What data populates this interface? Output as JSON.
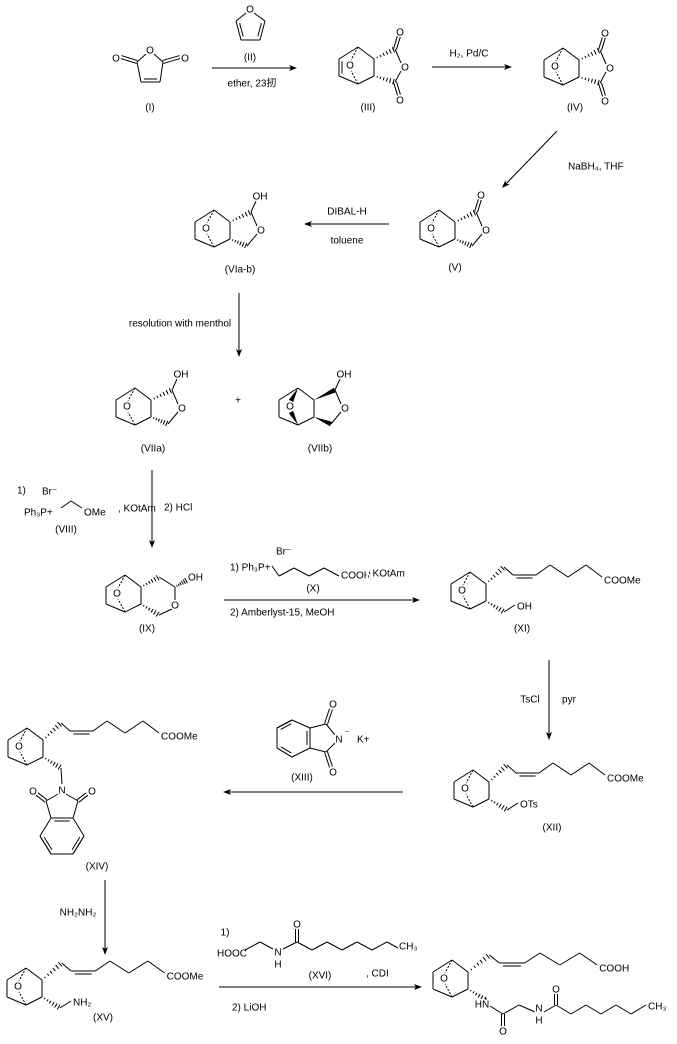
{
  "compounds": {
    "I": {
      "label": "(I)",
      "atoms": [
        "O",
        "O",
        "O"
      ]
    },
    "II": {
      "label": "(II)",
      "atoms": [
        "O"
      ]
    },
    "III": {
      "label": "(III)",
      "atoms": [
        "O",
        "O",
        "O",
        "O"
      ]
    },
    "IV": {
      "label": "(IV)",
      "atoms": [
        "O",
        "O",
        "O",
        "O"
      ]
    },
    "V": {
      "label": "(V)",
      "atoms": [
        "O",
        "O",
        "O"
      ]
    },
    "VIa_b": {
      "label": "(VIa-b)",
      "atoms": [
        "O",
        "O",
        "OH"
      ]
    },
    "VIIa": {
      "label": "(VIIa)",
      "atoms": [
        "O",
        "O",
        "OH"
      ]
    },
    "VIIb": {
      "label": "(VIIb)",
      "atoms": [
        "O",
        "O",
        "OH"
      ]
    },
    "VIII": {
      "label": "(VIII)",
      "atoms": [
        "Br⁻",
        "Ph₃P+",
        "OMe"
      ]
    },
    "IX": {
      "label": "(IX)",
      "atoms": [
        "O",
        "O",
        "OH"
      ]
    },
    "X": {
      "label": "(X)",
      "atoms": [
        "Br⁻",
        "COOH"
      ]
    },
    "XI": {
      "label": "(XI)",
      "atoms": [
        "O",
        "COOMe",
        "OH"
      ]
    },
    "XII": {
      "label": "(XII)",
      "atoms": [
        "O",
        "COOMe",
        "OTs"
      ]
    },
    "XIII": {
      "label": "(XIII)",
      "atoms": [
        "O",
        "O",
        "N",
        "⁻",
        "K+"
      ]
    },
    "XIV": {
      "label": "(XIV)",
      "atoms": [
        "O",
        "COOMe",
        "N",
        "O",
        "O"
      ]
    },
    "XV": {
      "label": "(XV)",
      "atoms": [
        "O",
        "COOMe",
        "NH₂"
      ]
    },
    "XVI": {
      "label": "(XVI)",
      "atoms": [
        "HOOC",
        "N",
        "H",
        "O",
        "CH₃"
      ]
    },
    "final": {
      "atoms": [
        "O",
        "COOH",
        "HN",
        "O",
        "N",
        "H",
        "O",
        "CH₃"
      ]
    }
  },
  "plus": "+",
  "reactions": {
    "step1": {
      "conditions": "ether, 23扨"
    },
    "step2": {
      "reagent": "H₂, Pd/C"
    },
    "step3": {
      "reagent": "NaBH₄, THF"
    },
    "step4": {
      "reagent": "DIBAL-H",
      "solvent": "toluene"
    },
    "step5": {
      "conditions": "resolution with menthol"
    },
    "step6": {
      "step1": "1)",
      "base": ", KOtAm",
      "step2": "2) HCl"
    },
    "step7": {
      "step1": "1) Ph₃P+",
      "base": ", KOtAm",
      "step2": "2) Amberlyst-15, MeOH"
    },
    "step8": {
      "reagent": "TsCl",
      "solvent": "pyr"
    },
    "step10": {
      "reagent": "NH₂NH₂"
    },
    "step11": {
      "step1": "1)",
      "coupling": ", CDI",
      "step2": "2) LiOH"
    }
  }
}
